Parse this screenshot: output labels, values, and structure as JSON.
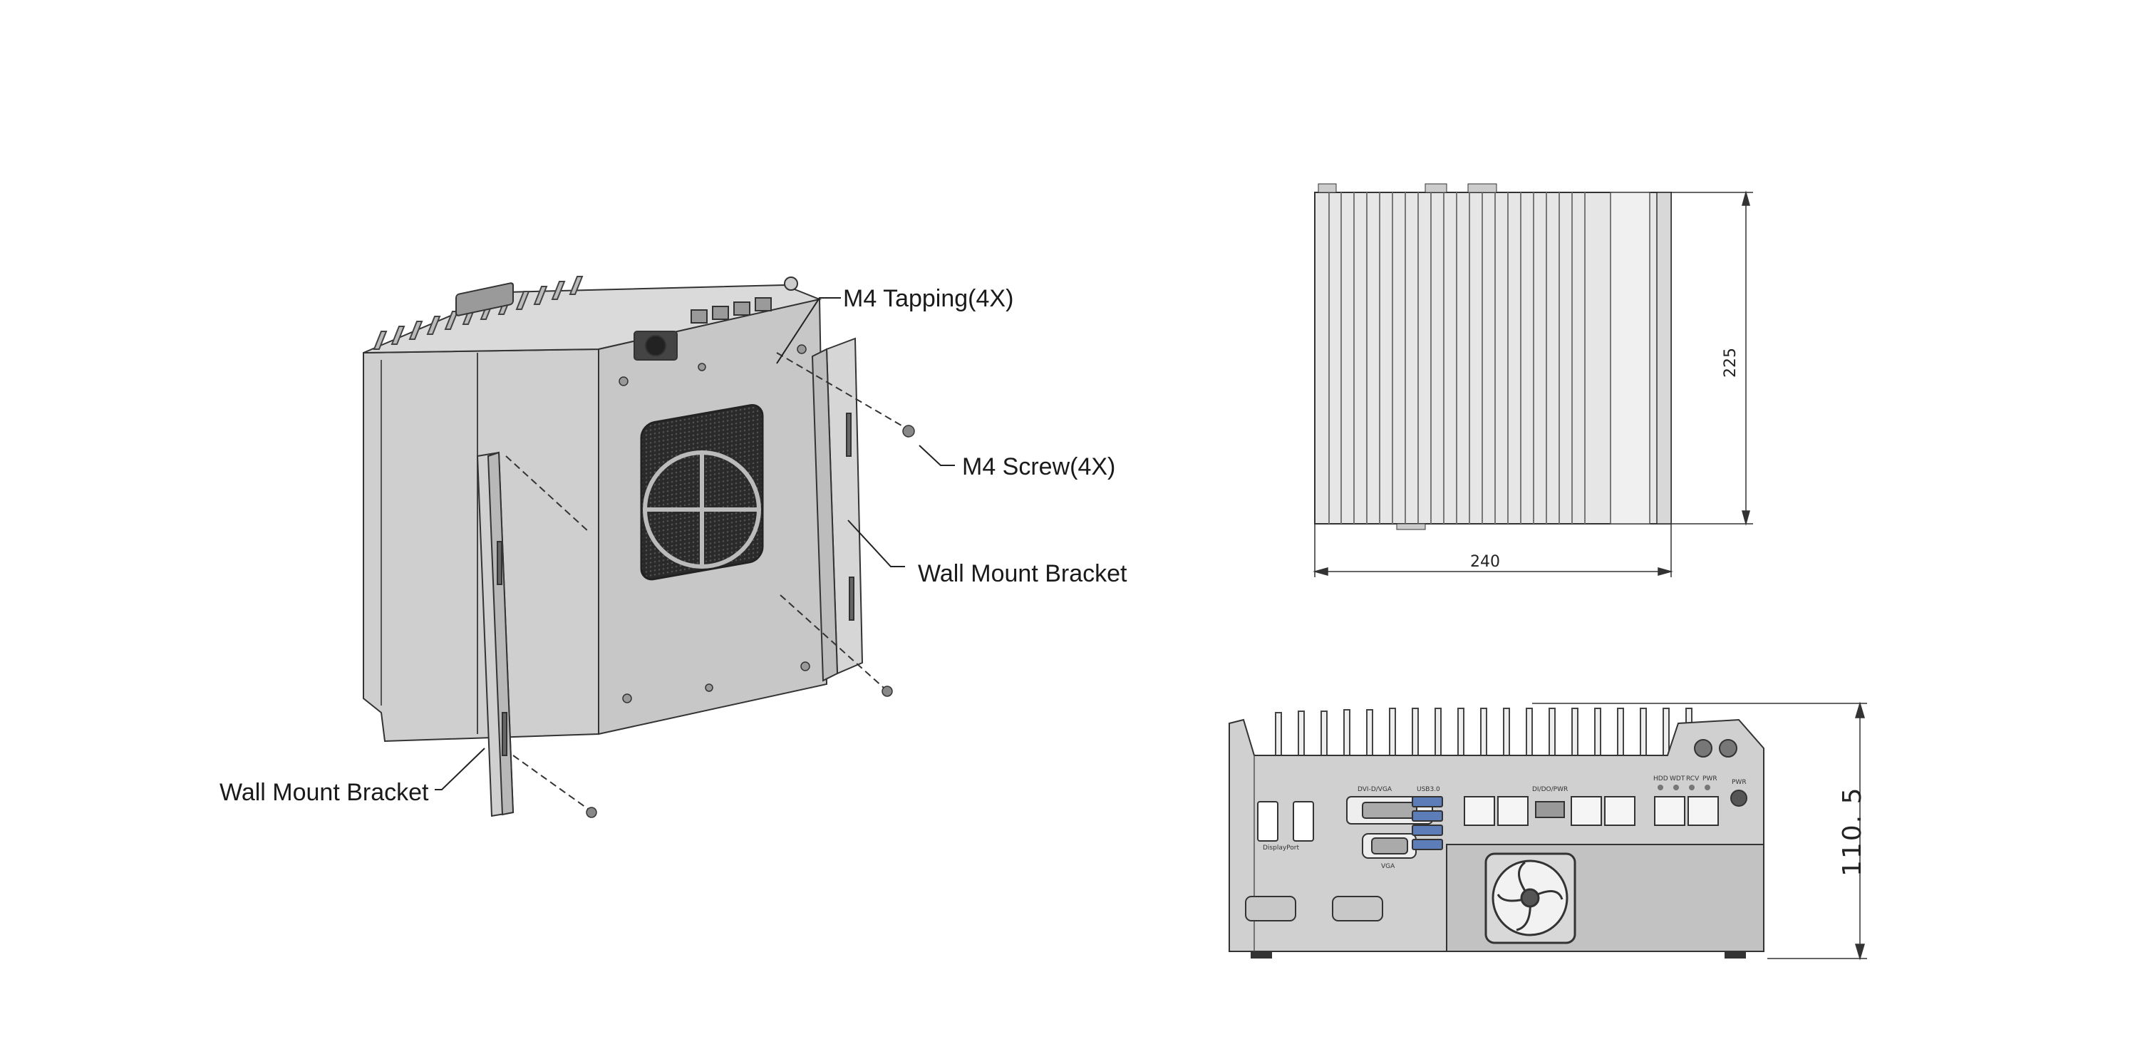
{
  "isometric_view": {
    "callouts": {
      "tapping": "M4 Tapping(4X)",
      "screw": "M4 Screw(4X)",
      "bracket_right": "Wall Mount Bracket",
      "bracket_left": "Wall Mount Bracket"
    }
  },
  "top_view": {
    "height_dim": "225",
    "width_dim": "240"
  },
  "front_view": {
    "height_dim": "110. 5",
    "port_labels": {
      "dvi": "DVI-D/VGA",
      "vga": "VGA",
      "usb": "USB3.0",
      "displayport": "DisplayPort",
      "dio": "DI/DO/PWR",
      "pwr": "PWR",
      "led1": "HDD",
      "led2": "WDT",
      "led3": "RCV",
      "led4": "PWR"
    }
  },
  "colors": {
    "line": "#2b2b2b",
    "body_fill": "#d4d4d4",
    "face_fill": "#c6c6c6",
    "dark_fill": "#2e2e2e"
  }
}
